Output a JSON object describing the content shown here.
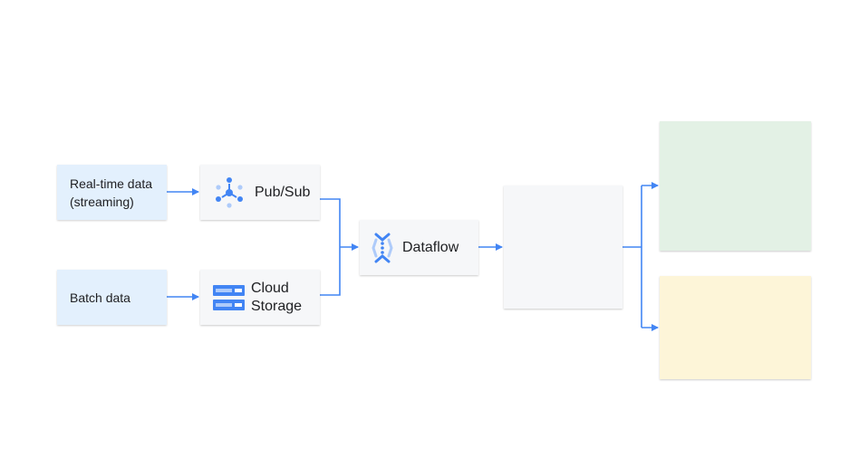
{
  "sources": {
    "realtime": {
      "line1": "Real-time data",
      "line2": "(streaming)"
    },
    "batch": {
      "label": "Batch data"
    }
  },
  "services": {
    "pubsub": {
      "label": "Pub/Sub",
      "icon": "pubsub-icon"
    },
    "storage": {
      "line1": "Cloud",
      "line2": "Storage",
      "icon": "cloud-storage-icon"
    },
    "dataflow": {
      "label": "Dataflow",
      "icon": "dataflow-icon"
    }
  },
  "outputs": {
    "middle": {
      "label": ""
    },
    "top": {
      "label": ""
    },
    "bottom": {
      "label": ""
    }
  },
  "colors": {
    "source_fill": "#e3f0fd",
    "service_fill": "#f6f7f9",
    "output_top_fill": "#e3f1e5",
    "output_bottom_fill": "#fdf5d8",
    "arrow": "#4285f4",
    "icon_blue": "#4285f4",
    "icon_light_blue": "#aecbfa"
  }
}
